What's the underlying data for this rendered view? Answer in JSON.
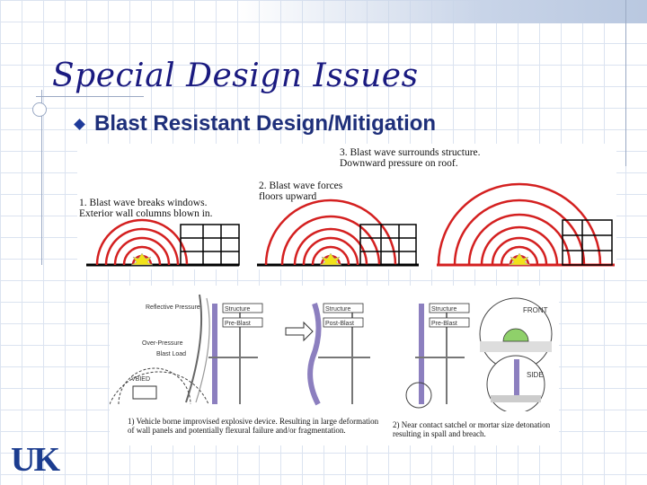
{
  "slide": {
    "title": "Special Design Issues",
    "bullet": "Blast Resistant Design/Mitigation"
  },
  "top_diagram": {
    "step1": [
      "1. Blast wave breaks windows.",
      "Exterior wall columns blown in."
    ],
    "step2": [
      "2. Blast wave forces",
      "floors upward"
    ],
    "step3": [
      "3. Blast wave surrounds structure.",
      "Downward pressure on roof."
    ]
  },
  "bottom_diagram": {
    "left_labels": {
      "reflective": "Reflective Pressure",
      "overpressure": "Over-Pressure",
      "blast_load": "Blast Load",
      "vbied": "VBIED"
    },
    "structure_panels": [
      {
        "structure": "Structure",
        "state": "Pre-Blast"
      },
      {
        "structure": "Structure",
        "state": "Post-Blast"
      },
      {
        "structure": "Structure",
        "state": "Pre-Blast"
      }
    ],
    "front_label": "FRONT",
    "side_label": "SIDE",
    "caption1": [
      "1) Vehicle borne improvised explosive device. Resulting in large deformation",
      "of wall panels and potentially flexural failure and/or fragmentation."
    ],
    "caption2": [
      "2) Near contact satchel or mortar size detonation",
      "resulting in spall and breach."
    ]
  },
  "logo": {
    "text": "UK"
  },
  "colors": {
    "title": "#1a1a80",
    "bullet": "#1e3a9a",
    "blast_wave": "#d42020",
    "explosion": "#f2e21a",
    "logo": "#1b3c8f"
  }
}
